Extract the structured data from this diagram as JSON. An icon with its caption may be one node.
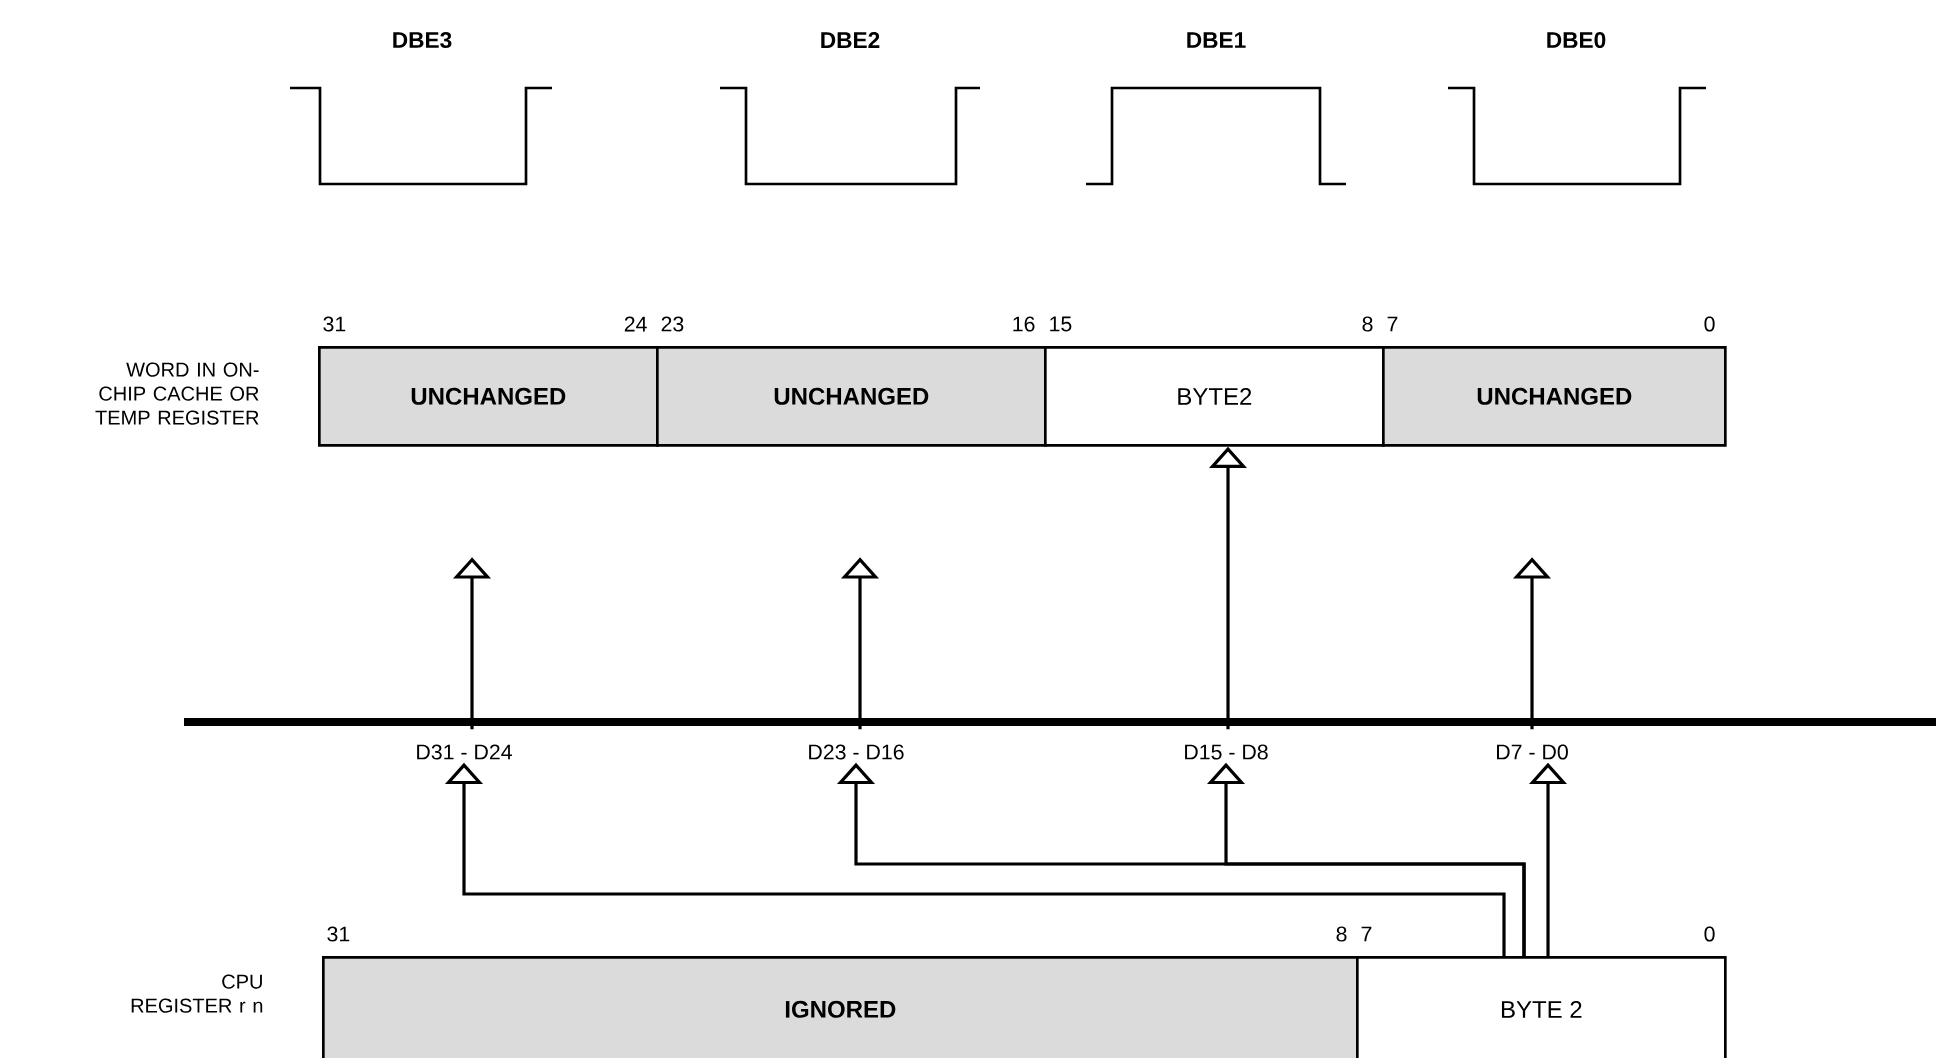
{
  "diagram": {
    "nodes": [
      {
        "text": [
          "UNCHANGED"
        ],
        "beside": [
          "31",
          "24"
        ]
      },
      {
        "text": [
          "UNCHANGED"
        ],
        "beside": [
          "23",
          "16"
        ]
      },
      {
        "text": [
          "BYTE2"
        ],
        "beside": [
          "15",
          "8"
        ]
      },
      {
        "text": [
          "UNCHANGED"
        ],
        "beside": [
          "7",
          "0"
        ]
      },
      {
        "text": [
          "D31 - D24"
        ]
      },
      {
        "text": [
          "D23 - D16"
        ]
      },
      {
        "text": [
          "D15 - D8"
        ]
      },
      {
        "text": [
          "D7 - D0"
        ]
      },
      {
        "text": [
          "IGNORED"
        ],
        "beside": [
          "31",
          "8"
        ]
      },
      {
        "text": [
          "BYTE 2"
        ],
        "beside": [
          "7",
          "0"
        ]
      }
    ],
    "edges": [
      {
        "from": 4,
        "to": null,
        "arrow": "to"
      },
      {
        "from": 5,
        "to": null,
        "arrow": "to"
      },
      {
        "from": 6,
        "to": 2,
        "arrow": "to"
      },
      {
        "from": 7,
        "to": null,
        "arrow": "to"
      },
      {
        "from": 9,
        "to": 4,
        "arrow": "to"
      },
      {
        "from": 9,
        "to": 5,
        "arrow": "to"
      },
      {
        "from": 9,
        "to": 6,
        "arrow": "to"
      },
      {
        "from": 9,
        "to": 7,
        "arrow": "to"
      }
    ],
    "labels": [
      "WORD IN ON-CHIP CACHE OR TEMP REGISTER",
      "CPU REGISTER r n",
      "DBE3",
      "DBE2",
      "DBE1",
      "DBE0"
    ]
  }
}
